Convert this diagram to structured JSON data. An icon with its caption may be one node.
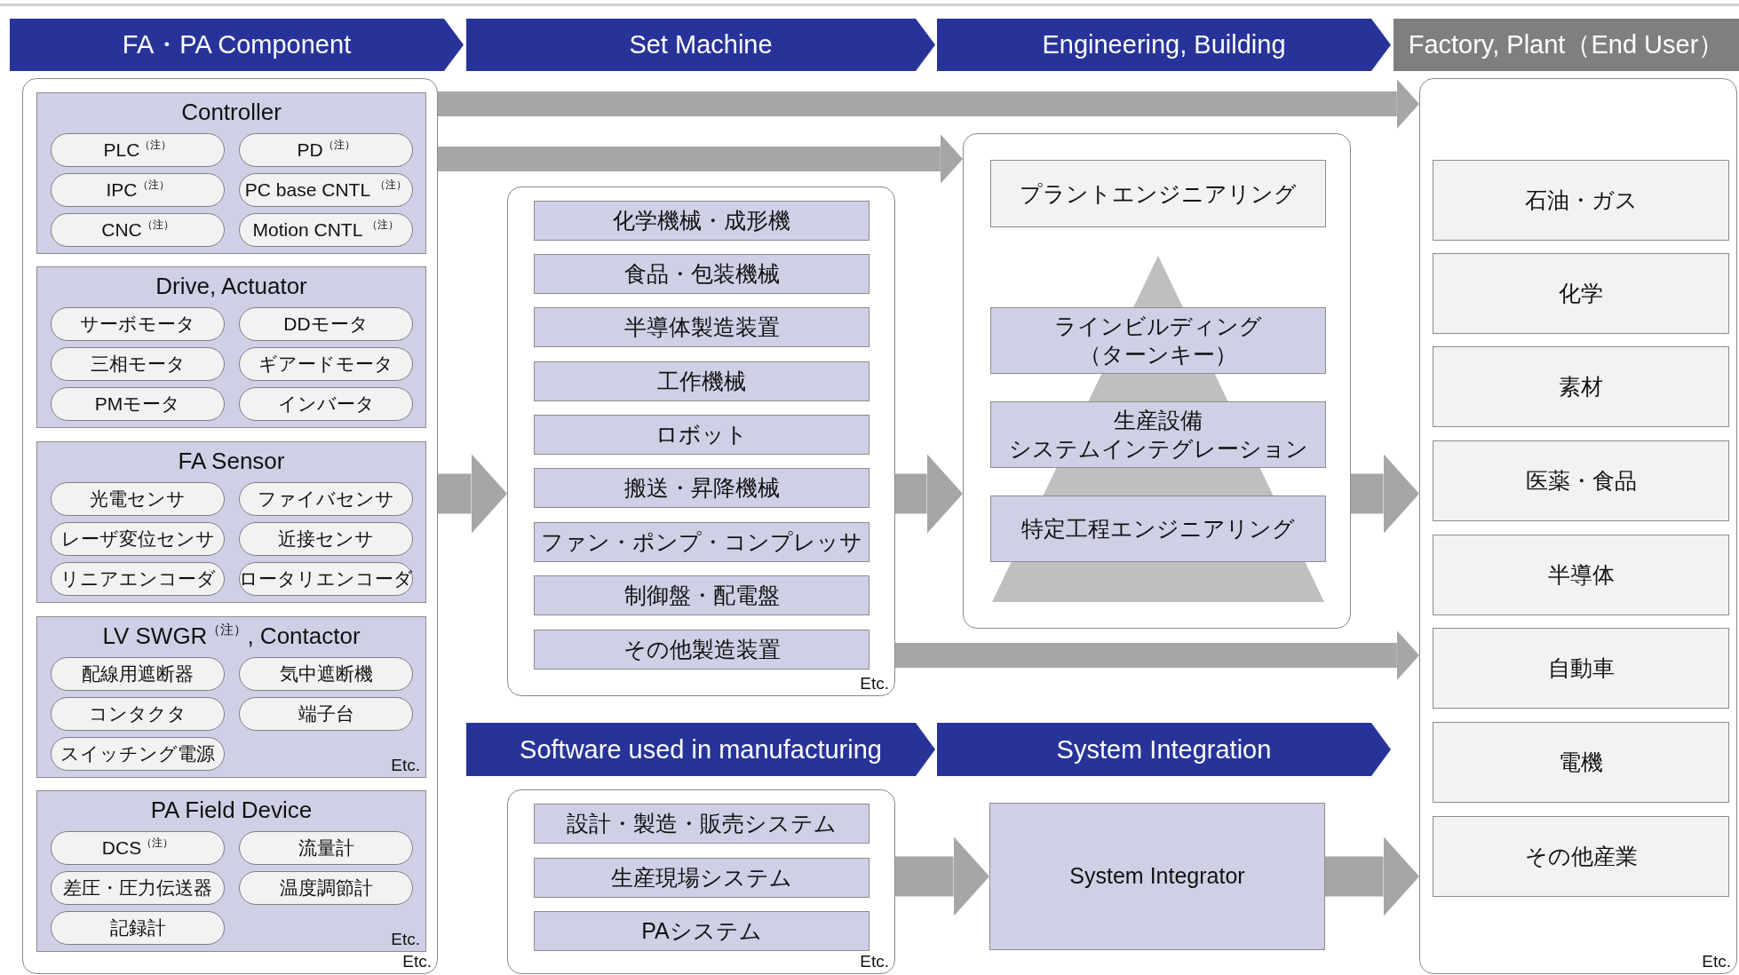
{
  "diagram": {
    "nodes": [
      {
        "text": [
          "FA・PA Component"
        ]
      },
      {
        "text": [
          "Set Machine"
        ]
      },
      {
        "text": [
          "Engineering, Building"
        ]
      },
      {
        "text": [
          "Factory, Plant（End User）"
        ]
      },
      {
        "text": [
          "Etc."
        ]
      },
      {
        "text": [
          "Controller"
        ],
        "in": 4
      },
      {
        "text": [
          "PLC$^{（注）}$"
        ],
        "in": 5
      },
      {
        "text": [
          "PD$^{（注）}$"
        ],
        "in": 5
      },
      {
        "text": [
          "IPC$^{（注）}$"
        ],
        "in": 5
      },
      {
        "text": [
          "PC base CNTL $^{（注）}$"
        ],
        "in": 5
      },
      {
        "text": [
          "CNC$^{（注）}$"
        ],
        "in": 5
      },
      {
        "text": [
          "Motion CNTL $^{（注）}$"
        ],
        "in": 5
      },
      {
        "text": [
          "Drive, Actuator"
        ],
        "in": 4
      },
      {
        "text": [
          "サーボモータ"
        ],
        "in": 12
      },
      {
        "text": [
          "DDモータ"
        ],
        "in": 12
      },
      {
        "text": [
          "三相モータ"
        ],
        "in": 12
      },
      {
        "text": [
          "ギアードモータ"
        ],
        "in": 12
      },
      {
        "text": [
          "PMモータ"
        ],
        "in": 12
      },
      {
        "text": [
          "インバータ"
        ],
        "in": 12
      },
      {
        "text": [
          "FA Sensor"
        ],
        "in": 4
      },
      {
        "text": [
          "光電センサ"
        ],
        "in": 19
      },
      {
        "text": [
          "ファイバセンサ"
        ],
        "in": 19
      },
      {
        "text": [
          "レーザ変位センサ"
        ],
        "in": 19
      },
      {
        "text": [
          "近接センサ"
        ],
        "in": 19
      },
      {
        "text": [
          "リニアエンコーダ"
        ],
        "in": 19
      },
      {
        "text": [
          "ロータリエンコーダ"
        ],
        "in": 19
      },
      {
        "text": [
          "LV SWGR$^{（注）}$, Contactor",
          "Etc."
        ],
        "in": 4
      },
      {
        "text": [
          "配線用遮断器"
        ],
        "in": 26
      },
      {
        "text": [
          "気中遮断機"
        ],
        "in": 26
      },
      {
        "text": [
          "コンタクタ"
        ],
        "in": 26
      },
      {
        "text": [
          "端子台"
        ],
        "in": 26
      },
      {
        "text": [
          "スイッチング電源"
        ],
        "in": 26
      },
      {
        "text": [
          "PA Field Device",
          "Etc."
        ],
        "in": 4
      },
      {
        "text": [
          "DCS$^{（注）}$"
        ],
        "in": 32
      },
      {
        "text": [
          "流量計"
        ],
        "in": 32
      },
      {
        "text": [
          "差圧・圧力伝送器"
        ],
        "in": 32
      },
      {
        "text": [
          "温度調節計"
        ],
        "in": 32
      },
      {
        "text": [
          "記録計"
        ],
        "in": 32
      },
      {
        "text": [
          "Etc."
        ]
      },
      {
        "text": [
          "化学機械・成形機"
        ],
        "in": 38
      },
      {
        "text": [
          "食品・包装機械"
        ],
        "in": 38
      },
      {
        "text": [
          "半導体製造装置"
        ],
        "in": 38
      },
      {
        "text": [
          "工作機械"
        ],
        "in": 38
      },
      {
        "text": [
          "ロボット"
        ],
        "in": 38
      },
      {
        "text": [
          "搬送・昇降機械"
        ],
        "in": 38
      },
      {
        "text": [
          "ファン・ポンプ・コンプレッサ"
        ],
        "in": 38
      },
      {
        "text": [
          "制御盤・配電盤"
        ],
        "in": 38
      },
      {
        "text": [
          "その他製造装置"
        ],
        "in": 38
      },
      {
        "text": [],
        "shape": "box"
      },
      {
        "text": [
          "プラントエンジニアリング"
        ],
        "in": 48
      },
      {
        "text": [
          "ラインビルディング（ターンキー）"
        ],
        "in": 48
      },
      {
        "text": [
          "生産設備システムインテグレーション"
        ],
        "in": 48
      },
      {
        "text": [
          "特定工程エンジニアリング"
        ],
        "in": 48
      },
      {
        "text": [
          "Etc."
        ]
      },
      {
        "text": [
          "石油・ガス"
        ],
        "in": 53
      },
      {
        "text": [
          "化学"
        ],
        "in": 53
      },
      {
        "text": [
          "素材"
        ],
        "in": 53
      },
      {
        "text": [
          "医薬・食品"
        ],
        "in": 53
      },
      {
        "text": [
          "半導体"
        ],
        "in": 53
      },
      {
        "text": [
          "自動車"
        ],
        "in": 53
      },
      {
        "text": [
          "電機"
        ],
        "in": 53
      },
      {
        "text": [
          "その他産業"
        ],
        "in": 53
      },
      {
        "text": [
          "Software used in manufacturing"
        ]
      },
      {
        "text": [
          "System Integration"
        ]
      },
      {
        "text": [
          "Etc."
        ]
      },
      {
        "text": [
          "設計・製造・販売システム"
        ],
        "in": 64
      },
      {
        "text": [
          "生産現場システム"
        ],
        "in": 64
      },
      {
        "text": [
          "PAシステム"
        ],
        "in": 64
      },
      {
        "text": [
          "System Integrator"
        ]
      }
    ],
    "edges": [
      {
        "from": 4,
        "to": 53,
        "arrow": "to"
      },
      {
        "from": 4,
        "to": 48,
        "arrow": "to"
      },
      {
        "from": 4,
        "to": 38,
        "arrow": "to"
      },
      {
        "from": 38,
        "to": 48,
        "arrow": "to"
      },
      {
        "from": 48,
        "to": 53,
        "arrow": "to"
      },
      {
        "from": 38,
        "to": 53,
        "arrow": "to"
      },
      {
        "from": 64,
        "to": 68,
        "arrow": "to"
      },
      {
        "from": 68,
        "to": 53,
        "arrow": "to"
      }
    ]
  }
}
